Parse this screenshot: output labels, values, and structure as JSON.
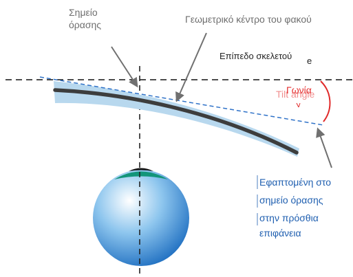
{
  "labels": {
    "viewing_point_line1": "Σημείο",
    "viewing_point_line2": "όρασης",
    "geometric_center": "Γεωμετρικό κέντρο του φακού",
    "frame_plane_main": "Επίπεδο σκελετού",
    "frame_plane_overlap": "e",
    "tilt_angle_overlap": "Tilt angle",
    "angle": "Γωνία",
    "tangent_line1": "Εφαπτομένη στο",
    "tangent_line2": "σημείο όρασης",
    "tangent_line3": "στην πρόσθια",
    "tangent_line4": "επιφάνεια"
  },
  "colors": {
    "lens_fill": "#b8d8ee",
    "lens_core": "#3d3d3d",
    "tangent_line": "#2f72c8",
    "angle_arc": "#e02a2a",
    "pointer_arrow": "#707070",
    "frame_plane": "#111111",
    "visual_axis": "#222222",
    "eye_light": "#ffffff",
    "eye_dark": "#1a6bbf",
    "iris": "#13957a",
    "pupil": "#151515"
  }
}
